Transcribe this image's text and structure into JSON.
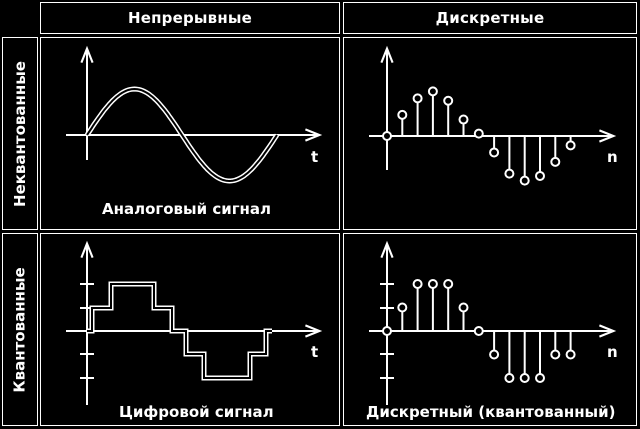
{
  "columns": [
    "Непрерывные",
    "Дискретные"
  ],
  "rows": [
    "Неквантованные",
    "Квантованные"
  ],
  "cells": {
    "analog": {
      "caption": "Аналоговый сигнал",
      "axis_label": "t"
    },
    "discrete": {
      "caption": "",
      "axis_label": "n"
    },
    "digital": {
      "caption": "Цифровой сигнал",
      "axis_label": "t"
    },
    "quantized_discrete": {
      "caption": "Дискретный (квантованный)",
      "axis_label": "n"
    }
  },
  "samples_unquantized": [
    0,
    0.45,
    0.8,
    0.95,
    0.75,
    0.35,
    0.05,
    -0.35,
    -0.8,
    -0.95,
    -0.85,
    -0.55,
    -0.2
  ],
  "samples_quantized": [
    0,
    0.5,
    1,
    1,
    1,
    0.5,
    0,
    -0.5,
    -1,
    -1,
    -1,
    -0.5,
    -0.5
  ],
  "colors": {
    "background": "#000000",
    "line": "#ffffff"
  }
}
